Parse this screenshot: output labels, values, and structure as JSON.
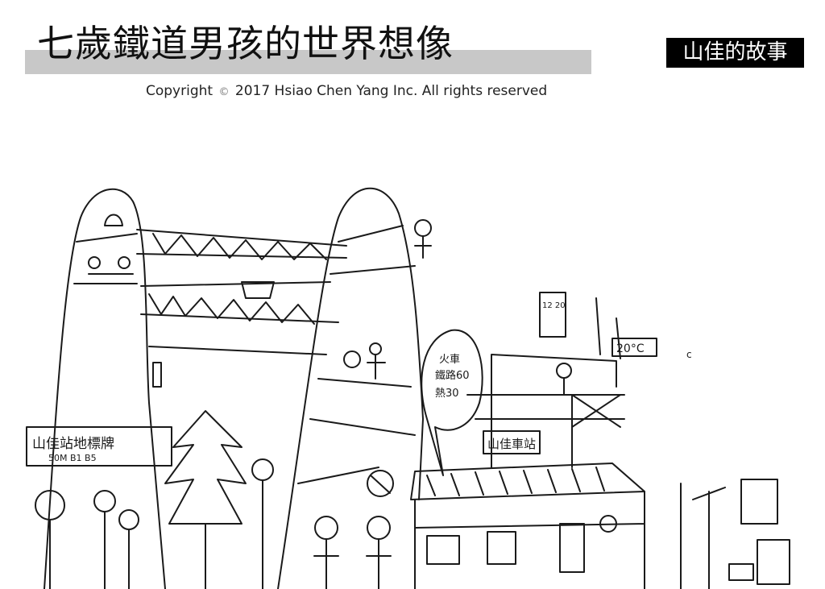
{
  "header": {
    "title": "七歲鐵道男孩的世界想像",
    "badge": "山佳的故事",
    "copyright_pre": "Copyright",
    "copyright_symbol": "©",
    "copyright_post": "2017 Hsiao Chen Yang Inc. All rights reserved"
  },
  "drawing": {
    "left_sign": "山佳站地標牌",
    "left_sign_sub": "50M B1 B5",
    "bubble_line1": "火車",
    "bubble_line2": "鐵路60",
    "bubble_line3": "熱30",
    "station_sign": "山佳車站",
    "temperature": "20°C",
    "clock_digits": "12 20",
    "side_letter": "c"
  }
}
